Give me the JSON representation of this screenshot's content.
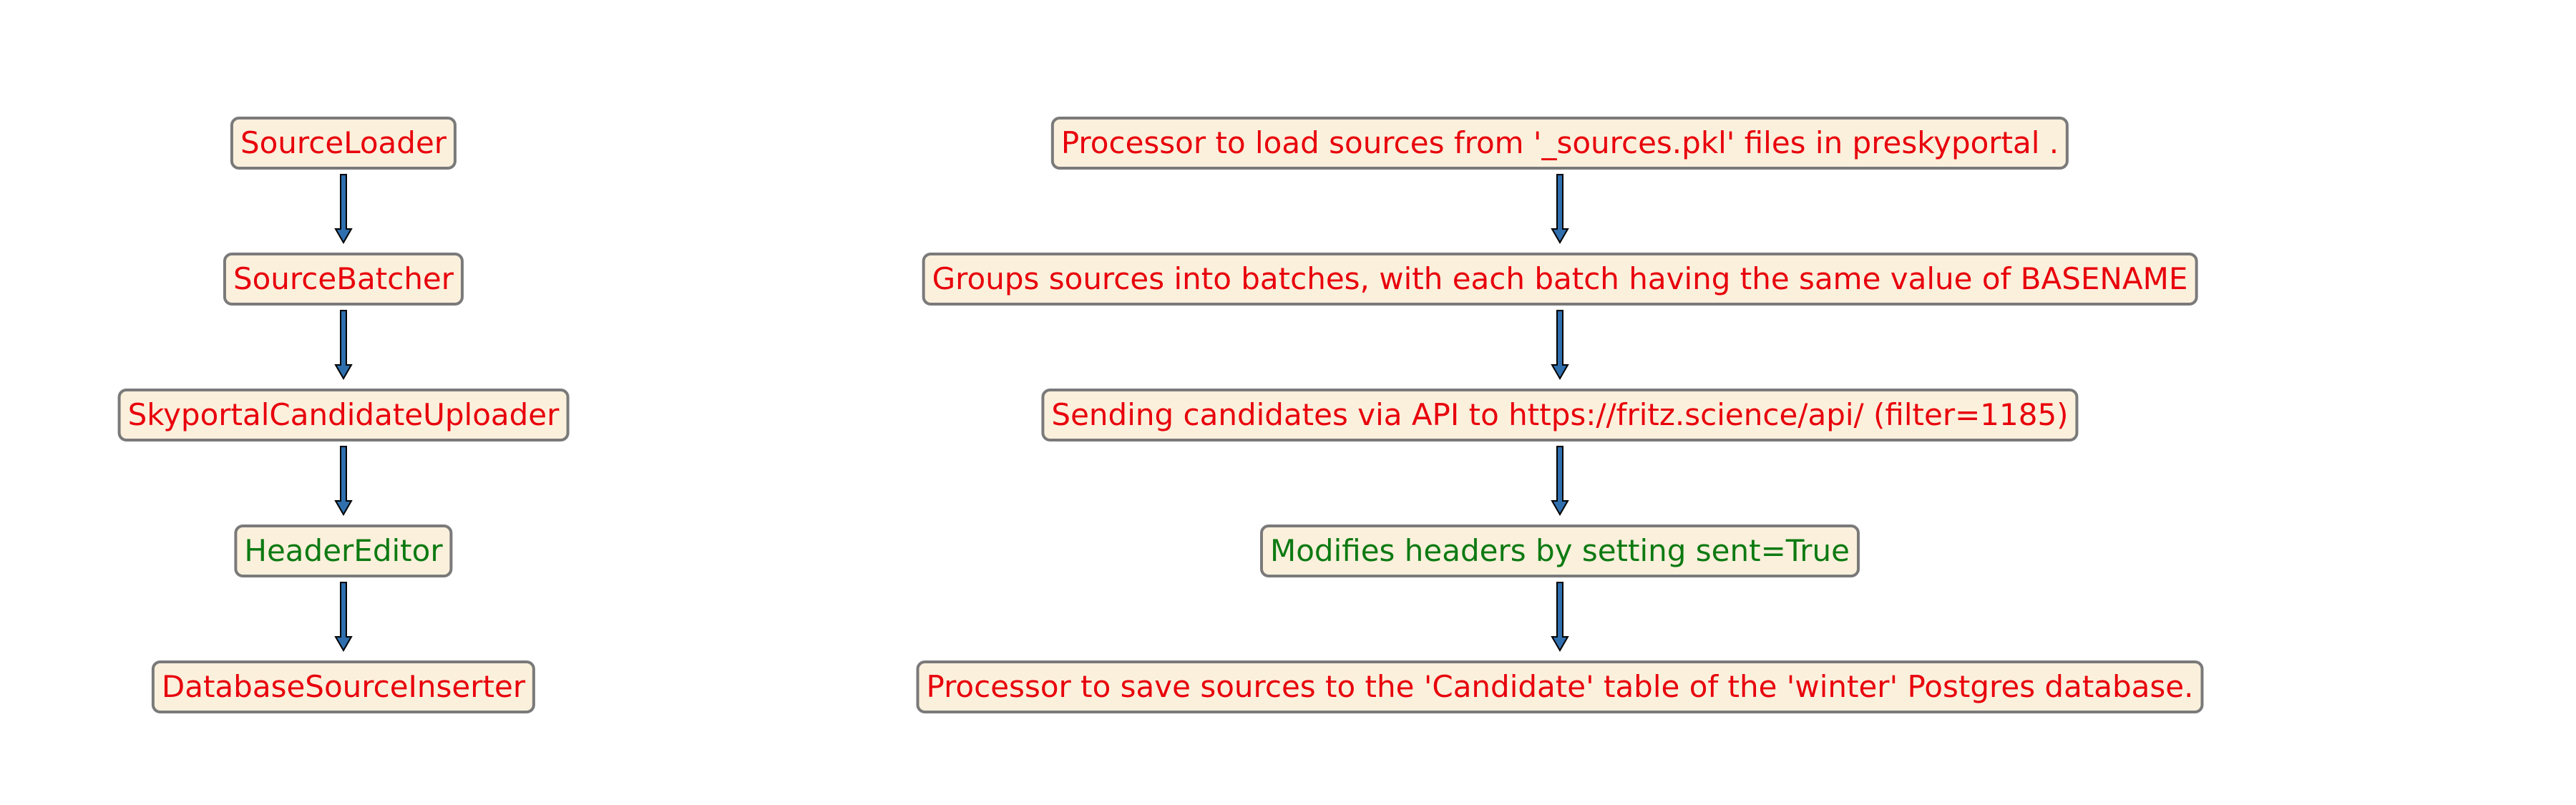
{
  "colors": {
    "node_fill": "#fbf0dc",
    "node_border": "#7a7a7a",
    "text_red": "#e8000b",
    "text_green": "#0d7a12",
    "arrow_fill": "#2f6fae",
    "arrow_edge": "#000000"
  },
  "left_column": {
    "nodes": [
      {
        "label": "SourceLoader",
        "color": "red"
      },
      {
        "label": "SourceBatcher",
        "color": "red"
      },
      {
        "label": "SkyportalCandidateUploader",
        "color": "red"
      },
      {
        "label": "HeaderEditor",
        "color": "green"
      },
      {
        "label": "DatabaseSourceInserter",
        "color": "red"
      }
    ]
  },
  "right_column": {
    "nodes": [
      {
        "label": "Processor to load sources from '_sources.pkl' files in preskyportal .",
        "color": "red"
      },
      {
        "label": "Groups sources into batches, with each batch having the same value of BASENAME",
        "color": "red"
      },
      {
        "label": "Sending candidates via API to https://fritz.science/api/ (filter=1185)",
        "color": "red"
      },
      {
        "label": "Modifies headers by setting sent=True",
        "color": "green"
      },
      {
        "label": "Processor to save sources to the 'Candidate' table of the 'winter' Postgres database.",
        "color": "red"
      }
    ]
  }
}
